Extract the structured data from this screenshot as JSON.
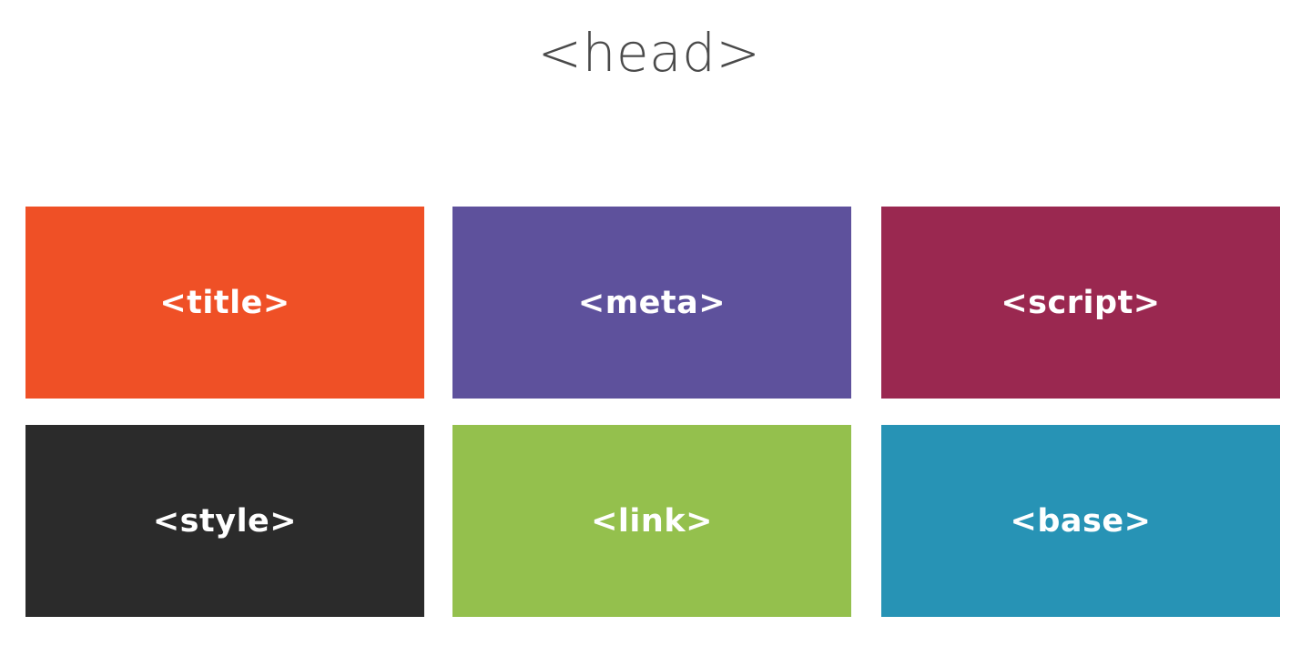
{
  "slide": {
    "title": "<head>"
  },
  "tiles": [
    {
      "label": "<title>",
      "color": "#ef5026"
    },
    {
      "label": "<meta>",
      "color": "#5e519c"
    },
    {
      "label": "<script>",
      "color": "#9a2850"
    },
    {
      "label": "<style>",
      "color": "#2b2b2b"
    },
    {
      "label": "<link>",
      "color": "#94c04d"
    },
    {
      "label": "<base>",
      "color": "#2793b5"
    }
  ]
}
